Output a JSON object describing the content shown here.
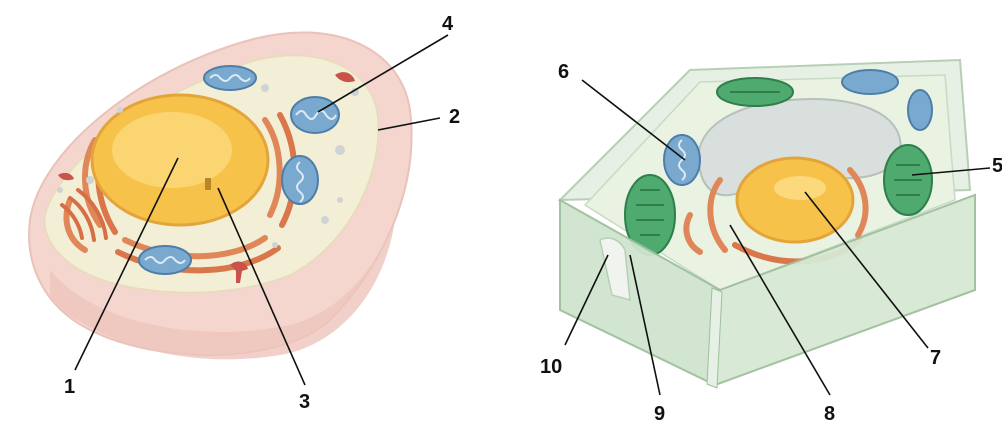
{
  "labels": {
    "l1": "1",
    "l2": "2",
    "l3": "3",
    "l4": "4",
    "l5": "5",
    "l6": "6",
    "l7": "7",
    "l8": "8",
    "l9": "9",
    "l10": "10"
  },
  "colors": {
    "animal_membrane": "#f4d6cf",
    "animal_cytoplasm": "#f3efd6",
    "nucleus": "#f6c24a",
    "er": "#e0875a",
    "mitochondria": "#7aa9cf",
    "plant_wall": "#cfe4cf",
    "chloroplast": "#4faa6f",
    "vacuole": "#d9dfdc"
  }
}
